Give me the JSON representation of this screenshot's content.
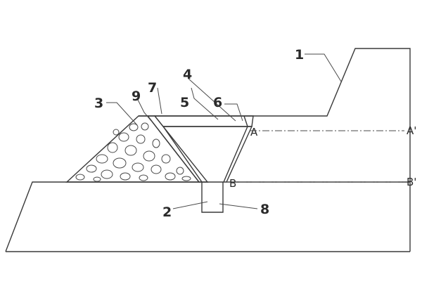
{
  "labels": {
    "n1": "1",
    "n2": "2",
    "n3": "3",
    "n4": "4",
    "n5": "5",
    "n6": "6",
    "n7": "7",
    "n8": "8",
    "n9": "9"
  },
  "references": {
    "a": "A",
    "a_prime": "A'",
    "b": "B",
    "b_prime": "B'"
  }
}
